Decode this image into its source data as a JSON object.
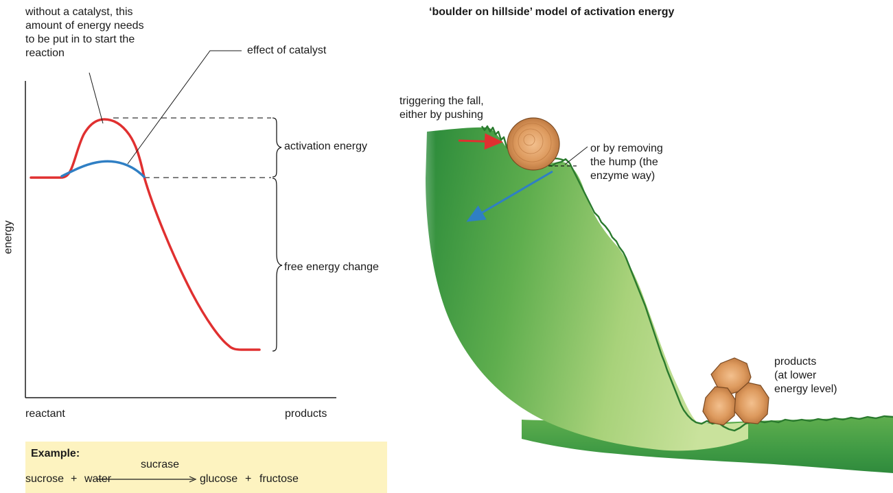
{
  "energy_graph": {
    "y_axis_label": "energy",
    "x_start_label": "reactant",
    "x_end_label": "products",
    "annotation_uncatalysed": "without a catalyst, this\namount of energy needs\nto be put in to start the\nreaction",
    "annotation_catalyst": "effect of catalyst",
    "brace_activation": "activation energy",
    "brace_free_energy": "free energy change",
    "colors": {
      "uncatalysed": "#e03030",
      "catalysed": "#2f7fc4"
    }
  },
  "example": {
    "heading": "Example:",
    "enzyme": "sucrase",
    "reactant_1": "sucrose",
    "plus_1": "+",
    "reactant_2": "water",
    "product_1": "glucose",
    "plus_2": "+",
    "product_2": "fructose"
  },
  "hillside_model": {
    "title": "‘boulder on hillside’ model of activation energy",
    "label_push": "triggering the fall,\neither by pushing",
    "label_hump": "or by removing\nthe hump (the\nenzyme way)",
    "label_products": "products\n(at lower\nenergy level)",
    "colors": {
      "hill_dark": "#2f8a3c",
      "hill_light": "#b9d98a",
      "boulder": "#d9955a",
      "push_arrow": "#e03030",
      "fall_arrow": "#2f7fc4"
    }
  }
}
